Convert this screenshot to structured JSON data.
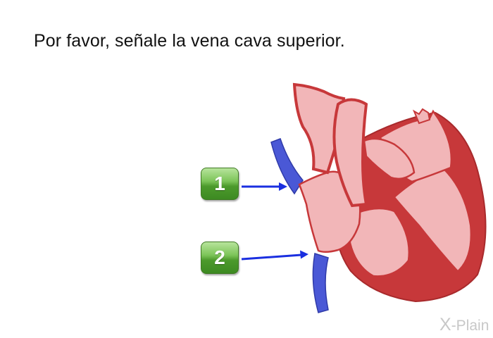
{
  "question": "Por favor, señale la vena cava superior.",
  "options": [
    {
      "label": "1"
    },
    {
      "label": "2"
    }
  ],
  "logo": {
    "x": "X",
    "text": "-Plain"
  },
  "colors": {
    "heart_outline": "#c7383a",
    "heart_fill": "#f2b6b8",
    "vein": "#4a58d6",
    "arrow": "#1a2fe0",
    "button_green": "#5aaa35"
  }
}
